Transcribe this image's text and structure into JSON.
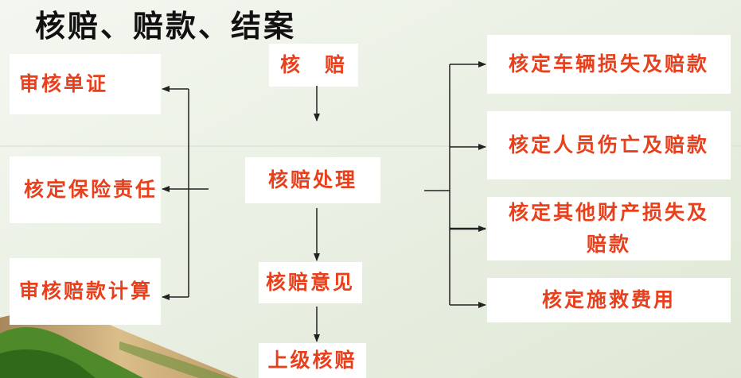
{
  "title": "核赔、赔款、结案",
  "center": {
    "top": "核　赔",
    "process": "核赔处理",
    "opinion": "核赔意见",
    "superior": "上级核赔"
  },
  "left": {
    "review_docs": "审核单证",
    "liability": "核定保险责任",
    "calc": "审核赔款计算"
  },
  "right": {
    "vehicle": "核定车辆损失及赔款",
    "personnel": "核定人员伤亡及赔款",
    "property": "核定其他财产损失及赔款",
    "rescue": "核定施救费用"
  },
  "colors": {
    "label": "#e8401c",
    "title": "#111111",
    "line": "#222222",
    "bg_green": "#4e8a2a",
    "bg_wood": "#c9a36a"
  }
}
